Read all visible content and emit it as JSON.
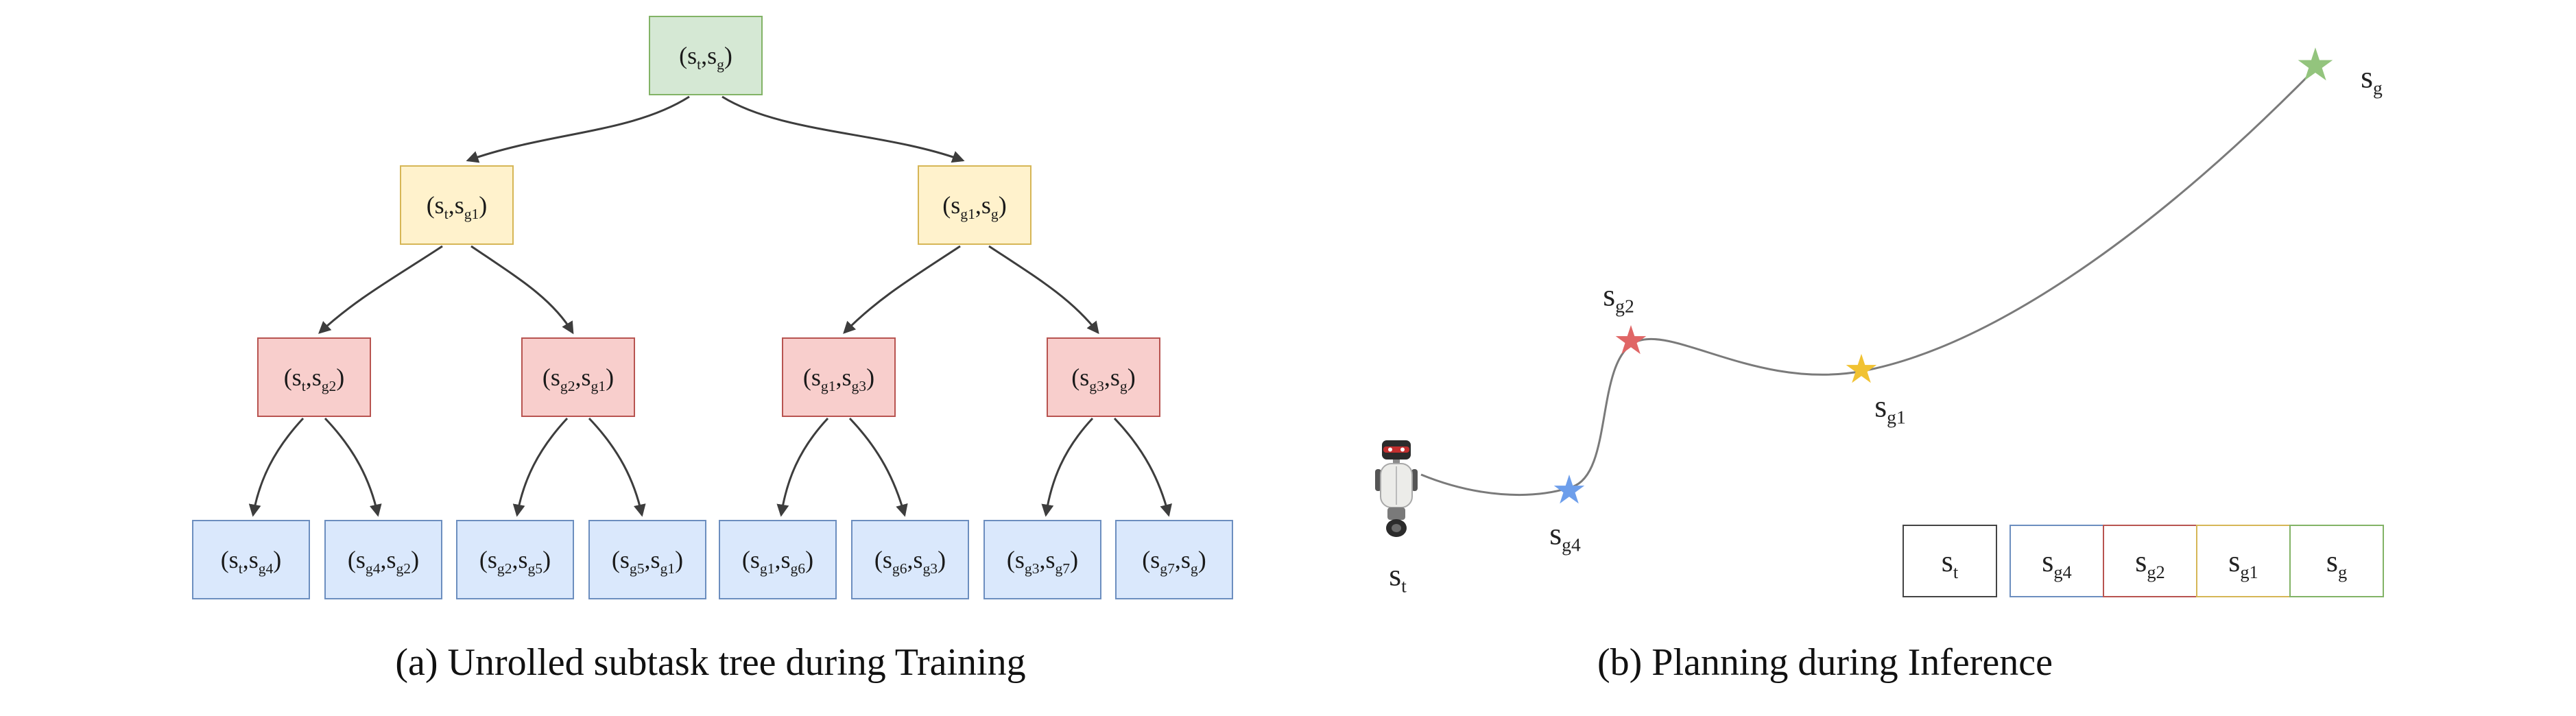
{
  "panel_a": {
    "caption": "(a) Unrolled subtask tree during Training",
    "tree": {
      "root": {
        "label": "(s_{t},s_{g})",
        "fill": "#d5e8d4",
        "border": "#82b366"
      },
      "level2": [
        {
          "label": "(s_{t},s_{g1})",
          "fill": "#fff2cc",
          "border": "#d6b656"
        },
        {
          "label": "(s_{g1},s_{g})",
          "fill": "#fff2cc",
          "border": "#d6b656"
        }
      ],
      "level3": [
        {
          "label": "(s_{t},s_{g2})",
          "fill": "#f8cecc",
          "border": "#b85450"
        },
        {
          "label": "(s_{g2},s_{g1})",
          "fill": "#f8cecc",
          "border": "#b85450"
        },
        {
          "label": "(s_{g1},s_{g3})",
          "fill": "#f8cecc",
          "border": "#b85450"
        },
        {
          "label": "(s_{g3},s_{g})",
          "fill": "#f8cecc",
          "border": "#b85450"
        }
      ],
      "level4": [
        {
          "label": "(s_{t},s_{g4})",
          "fill": "#dae8fc",
          "border": "#6c8ebf"
        },
        {
          "label": "(s_{g4},s_{g2})",
          "fill": "#dae8fc",
          "border": "#6c8ebf"
        },
        {
          "label": "(s_{g2},s_{g5})",
          "fill": "#dae8fc",
          "border": "#6c8ebf"
        },
        {
          "label": "(s_{g5},s_{g1})",
          "fill": "#dae8fc",
          "border": "#6c8ebf"
        },
        {
          "label": "(s_{g1},s_{g6})",
          "fill": "#dae8fc",
          "border": "#6c8ebf"
        },
        {
          "label": "(s_{g6},s_{g3})",
          "fill": "#dae8fc",
          "border": "#6c8ebf"
        },
        {
          "label": "(s_{g3},s_{g7})",
          "fill": "#dae8fc",
          "border": "#6c8ebf"
        },
        {
          "label": "(s_{g7},s_{g})",
          "fill": "#dae8fc",
          "border": "#6c8ebf"
        }
      ]
    }
  },
  "panel_b": {
    "caption": "(b) Planning during Inference",
    "star_glyph": "★",
    "robot_label": "s_{t}",
    "stars": [
      {
        "name": "blue-star",
        "label": "s_{g4}",
        "color": "#6d9eeb"
      },
      {
        "name": "red-star",
        "label": "s_{g2}",
        "color": "#e06666"
      },
      {
        "name": "yellow-star",
        "label": "s_{g1}",
        "color": "#f1c232"
      },
      {
        "name": "green-star",
        "label": "s_{g}",
        "color": "#93c47d"
      }
    ],
    "legend": [
      {
        "label": "s_{t}",
        "fill": "#ffffff"
      },
      {
        "label": "s_{g4}",
        "fill": "#dae8fc"
      },
      {
        "label": "s_{g2}",
        "fill": "#f8cecc"
      },
      {
        "label": "s_{g1}",
        "fill": "#fff2cc"
      },
      {
        "label": "s_{g}",
        "fill": "#d5e8d4"
      }
    ]
  }
}
